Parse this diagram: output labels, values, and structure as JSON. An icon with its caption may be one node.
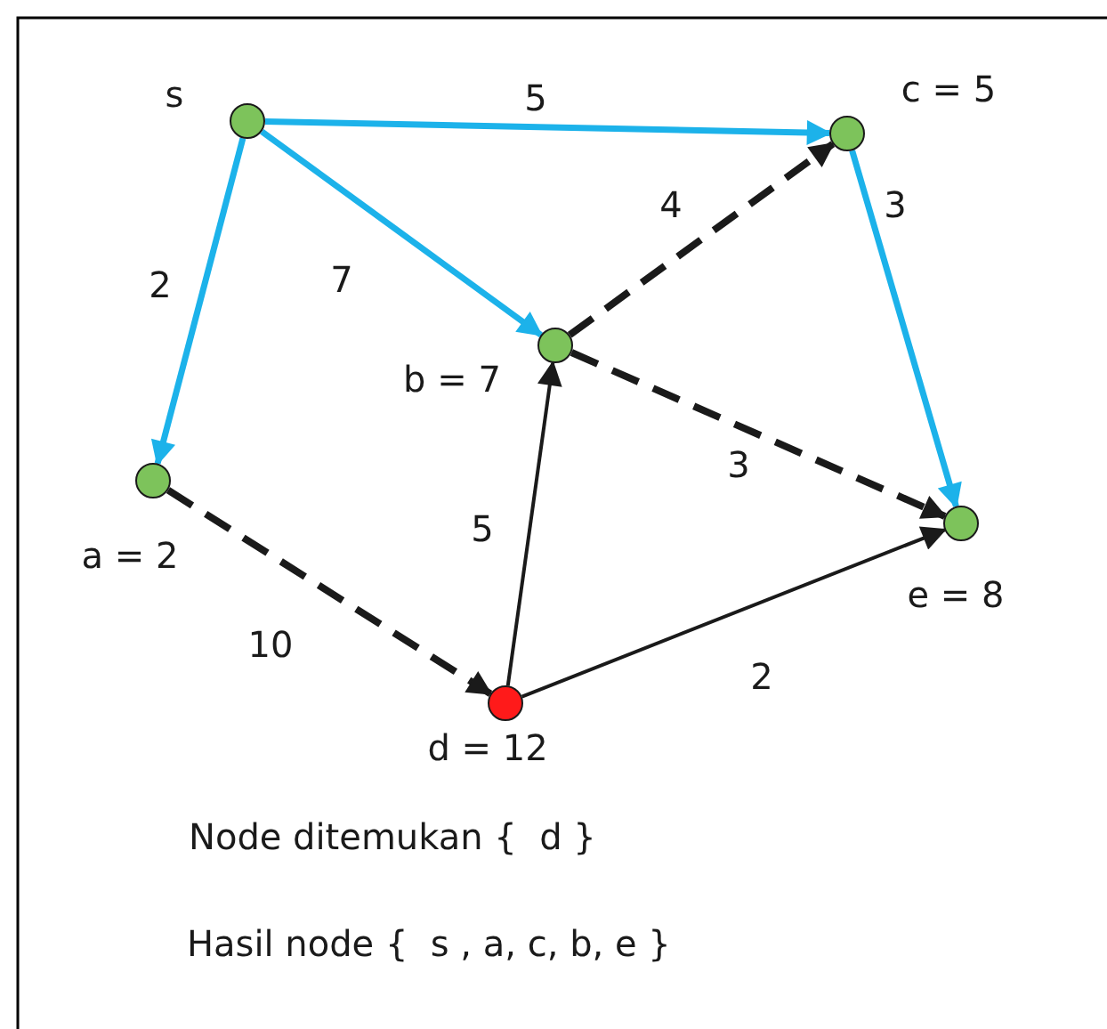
{
  "diagram": {
    "nodes": [
      {
        "text": [],
        "shape": "circle",
        "beside": [
          "s"
        ]
      },
      {
        "text": [],
        "shape": "circle",
        "beside": [
          "c = 5"
        ]
      },
      {
        "text": [],
        "shape": "circle",
        "beside": [
          "b = 7"
        ]
      },
      {
        "text": [],
        "shape": "circle",
        "beside": [
          "a = 2"
        ]
      },
      {
        "text": [],
        "shape": "circle",
        "beside": [
          "e = 8"
        ]
      },
      {
        "text": [],
        "shape": "circle",
        "beside": [
          "d = 12"
        ]
      }
    ],
    "edges": [
      {
        "from": 0,
        "to": 1,
        "arrow": "to",
        "label": "5",
        "color": "#1cb2ea"
      },
      {
        "from": 0,
        "to": 2,
        "arrow": "to",
        "label": "7",
        "color": "#1cb2ea"
      },
      {
        "from": 0,
        "to": 3,
        "arrow": "to",
        "label": "2",
        "color": "#1cb2ea"
      },
      {
        "from": 1,
        "to": 4,
        "arrow": "to",
        "label": "3",
        "color": "#1cb2ea"
      },
      {
        "from": 2,
        "to": 1,
        "arrow": "to",
        "label": "4",
        "style": "dashed"
      },
      {
        "from": 2,
        "to": 4,
        "arrow": "to",
        "label": "3",
        "style": "dashed"
      },
      {
        "from": 3,
        "to": 5,
        "arrow": "to",
        "label": "10",
        "style": "dashed"
      },
      {
        "from": 5,
        "to": 2,
        "arrow": "to",
        "label": "5"
      },
      {
        "from": 5,
        "to": 4,
        "arrow": "to",
        "label": "2"
      }
    ],
    "labels": [
      "Node ditemukan {  d }",
      "Hasil node {  s , a, c, b, e }"
    ]
  }
}
